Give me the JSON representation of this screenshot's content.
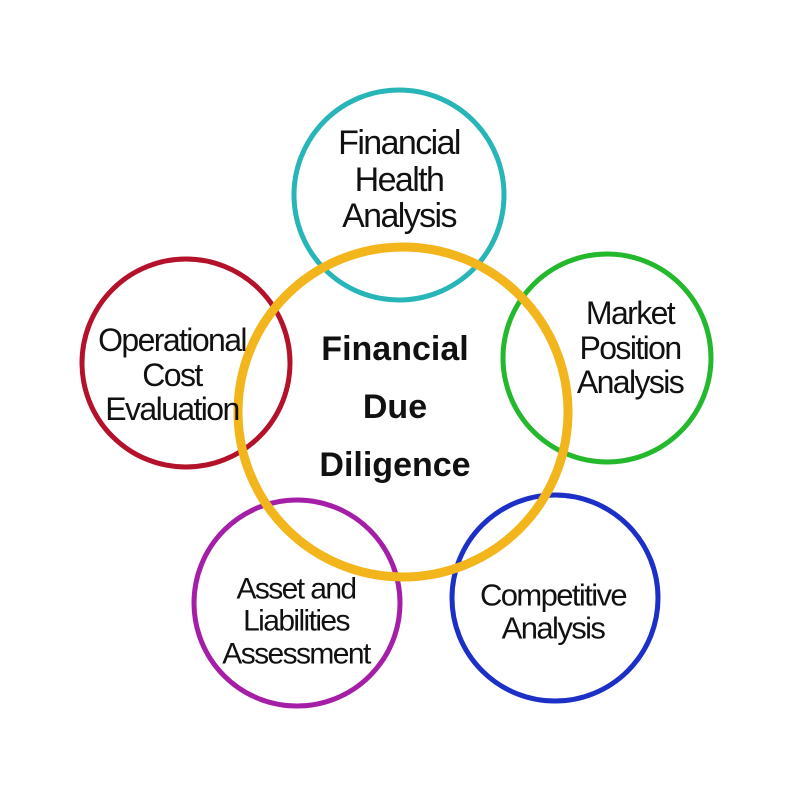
{
  "center": {
    "lines": [
      "Financial",
      "Due",
      "Diligence"
    ],
    "color": "#f2b51b"
  },
  "nodes": [
    {
      "id": "financial-health-analysis",
      "lines": [
        "Financial",
        "Health",
        "Analysis"
      ],
      "color": "#27b5b8"
    },
    {
      "id": "market-position-analysis",
      "lines": [
        "Market",
        "Position",
        "Analysis"
      ],
      "color": "#24b82d"
    },
    {
      "id": "competitive-analysis",
      "lines": [
        "Competitive",
        "Analysis"
      ],
      "color": "#1c2fc6"
    },
    {
      "id": "asset-and-liabilities-assessment",
      "lines": [
        "Asset and",
        "Liabilities",
        "Assessment"
      ],
      "color": "#a51ea8"
    },
    {
      "id": "operational-cost-evaluation",
      "lines": [
        "Operational",
        "Cost",
        "Evaluation"
      ],
      "color": "#b3122a"
    }
  ]
}
